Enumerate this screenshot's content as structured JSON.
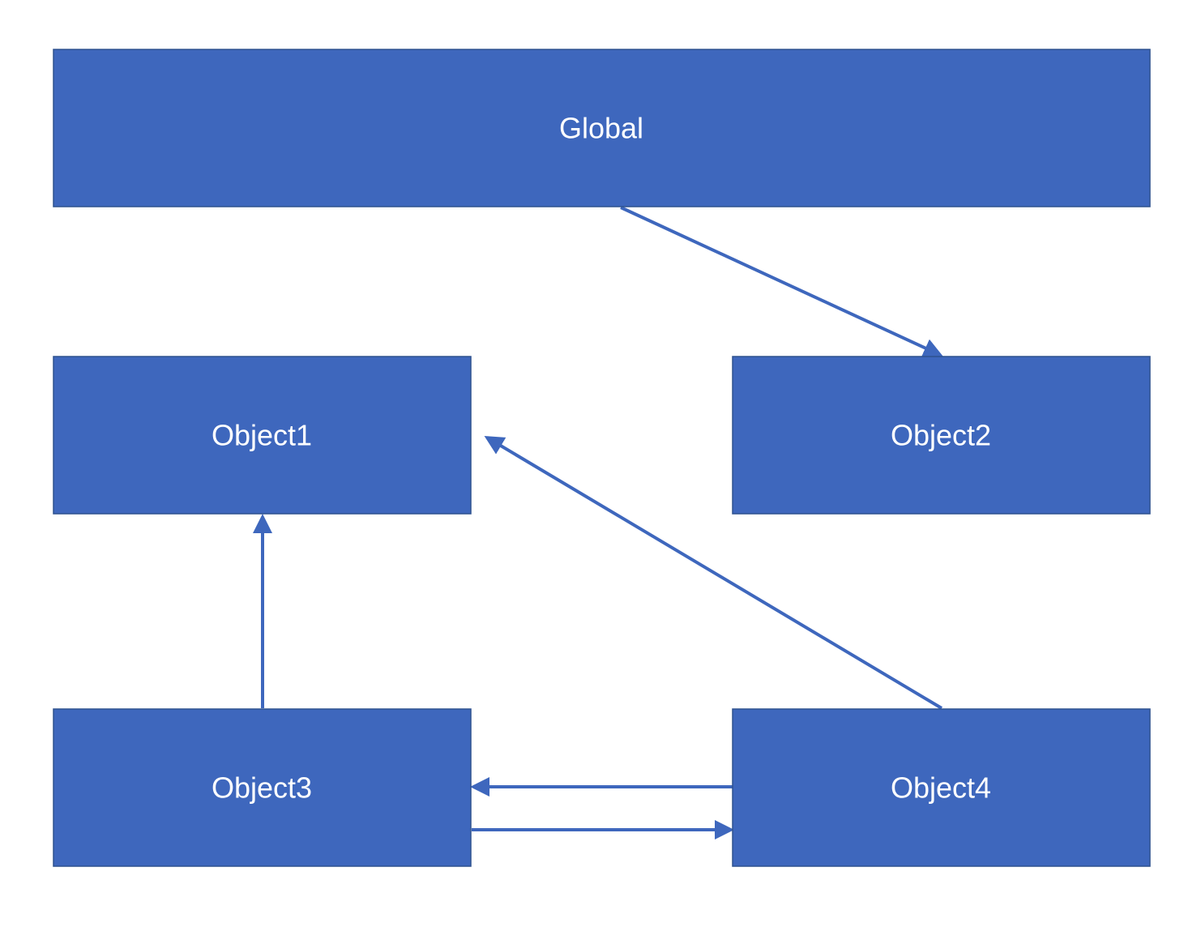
{
  "colors": {
    "node_fill": "#3E67BD",
    "node_border": "#2F528F",
    "edge": "#3E67BD",
    "background": "#FFFFFF"
  },
  "nodes": {
    "global": {
      "label": "Global"
    },
    "object1": {
      "label": "Object1"
    },
    "object2": {
      "label": "Object2"
    },
    "object3": {
      "label": "Object3"
    },
    "object4": {
      "label": "Object4"
    }
  },
  "edges": [
    {
      "from": "Global",
      "to": "Object2"
    },
    {
      "from": "Object3",
      "to": "Object1"
    },
    {
      "from": "Object4",
      "to": "Object1"
    },
    {
      "from": "Object4",
      "to": "Object3"
    },
    {
      "from": "Object3",
      "to": "Object4"
    }
  ]
}
